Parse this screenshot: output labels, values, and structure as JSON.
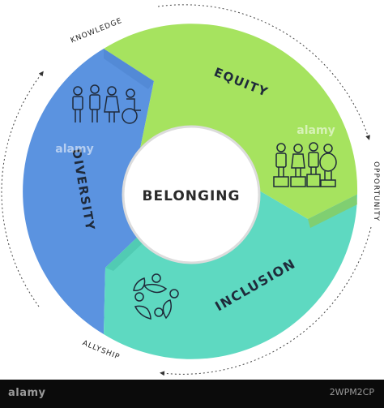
{
  "diagram": {
    "center_label": "BELONGING",
    "segments": [
      {
        "id": "equity",
        "label": "EQUITY",
        "color": "#a6e35f",
        "icon": "equity-people-on-blocks-icon"
      },
      {
        "id": "inclusion",
        "label": "INCLUSION",
        "color": "#5ed9c1",
        "icon": "inclusion-people-circle-icon"
      },
      {
        "id": "diversity",
        "label": "DIVERSITY",
        "color": "#5b93e0",
        "icon": "diverse-people-group-icon"
      }
    ],
    "outer_labels": [
      {
        "id": "knowledge",
        "text": "KNOWLEDGE"
      },
      {
        "id": "opportunity",
        "text": "OPPORTUNITY"
      },
      {
        "id": "allyship",
        "text": "ALLYSHIP"
      }
    ]
  },
  "watermark": {
    "logo_text": "alamy",
    "stock_text": "alamy"
  },
  "footer": {
    "brand": "alamy",
    "image_id": "2WPM2CP"
  }
}
